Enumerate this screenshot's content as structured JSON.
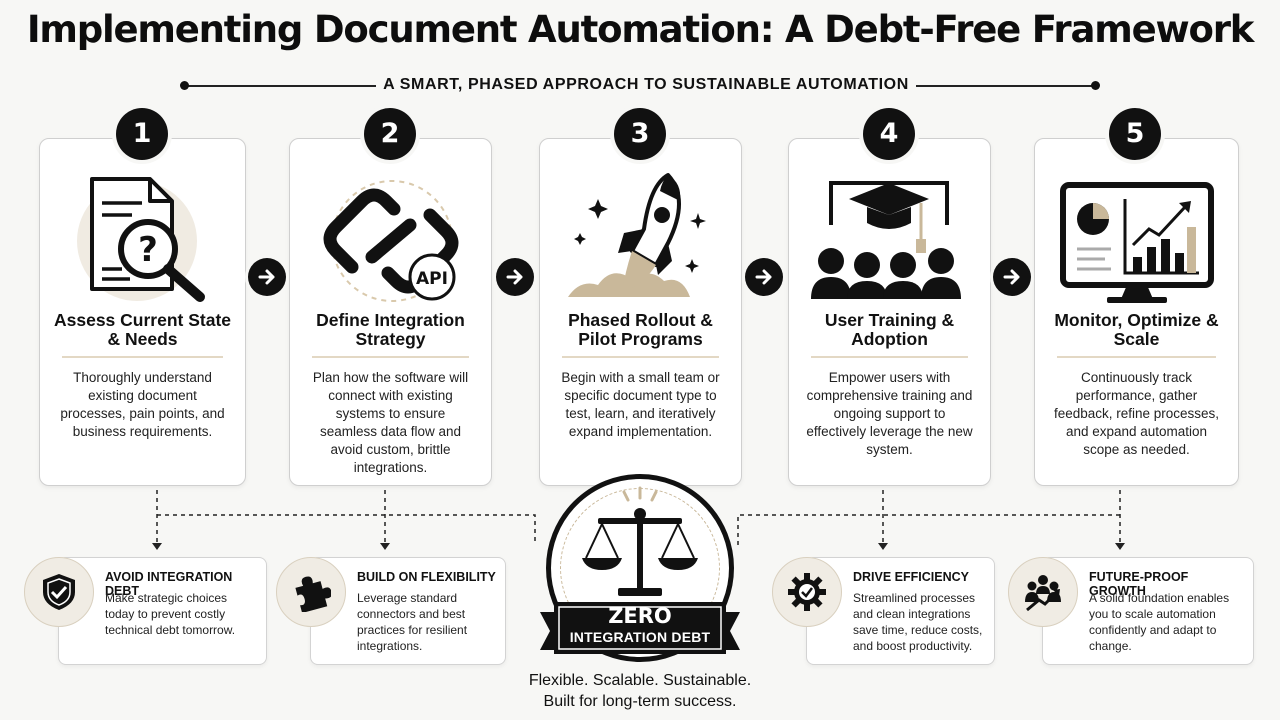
{
  "header": {
    "title": "Implementing Document Automation: A Debt-Free Framework",
    "subtitle": "A SMART, PHASED APPROACH TO SUSTAINABLE AUTOMATION"
  },
  "steps": [
    {
      "number": "1",
      "title": "Assess Current State & Needs",
      "description": "Thoroughly understand existing document processes, pain points, and business requirements.",
      "icon": "document-search-icon"
    },
    {
      "number": "2",
      "title": "Define Integration Strategy",
      "description": "Plan how the software will connect with existing systems to ensure seamless data flow and avoid custom, brittle integrations.",
      "icon": "chain-link-api-icon",
      "icon_label": "API"
    },
    {
      "number": "3",
      "title": "Phased Rollout & Pilot Programs",
      "description": "Begin with a small team or specific document type to test, learn, and iteratively expand implementation.",
      "icon": "rocket-icon"
    },
    {
      "number": "4",
      "title": "User Training & Adoption",
      "description": "Empower users with comprehensive training and ongoing support to effectively leverage the new system.",
      "icon": "training-group-icon"
    },
    {
      "number": "5",
      "title": "Monitor, Optimize & Scale",
      "description": "Continuously track performance, gather feedback, refine processes, and expand automation scope as needed.",
      "icon": "analytics-monitor-icon"
    }
  ],
  "benefits": [
    {
      "title": "AVOID INTEGRATION DEBT",
      "description": "Make strategic choices today to prevent costly technical debt tomorrow.",
      "icon": "shield-check-icon"
    },
    {
      "title": "BUILD ON FLEXIBILITY",
      "description": "Leverage standard connectors and best practices for resilient integrations.",
      "icon": "puzzle-piece-icon"
    },
    {
      "title": "DRIVE EFFICIENCY",
      "description": "Streamlined processes and clean integrations save time, reduce costs, and boost productivity.",
      "icon": "gear-check-icon"
    },
    {
      "title": "FUTURE-PROOF GROWTH",
      "description": "A solid foundation enables you to scale automation confidently and adapt to change.",
      "icon": "team-growth-icon"
    }
  ],
  "center": {
    "banner_line1": "ZERO",
    "banner_line2": "INTEGRATION DEBT",
    "tagline_line1": "Flexible. Scalable. Sustainable.",
    "tagline_line2": "Built for long-term success.",
    "icon": "balance-scale-icon"
  },
  "colors": {
    "accent": "#111111",
    "beige": "#c9b89a",
    "background": "#f7f7f5"
  }
}
